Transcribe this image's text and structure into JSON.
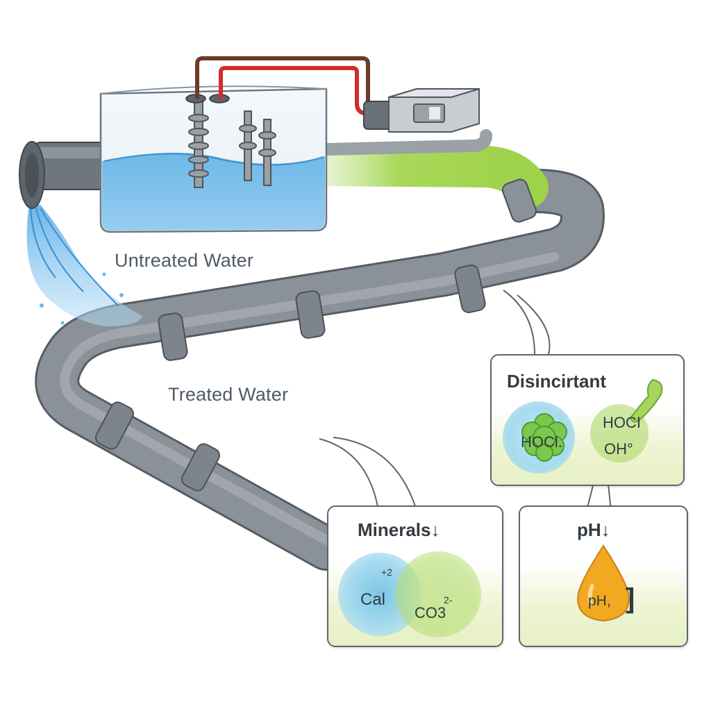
{
  "labels": {
    "untreated": "Untreated Water",
    "treated": "Treated Water"
  },
  "cards": {
    "disinfectant": {
      "title": "Disincirtant",
      "molecule": "HOCl.",
      "chem_line1": "HOCI",
      "chem_line2": "OH°"
    },
    "minerals": {
      "title": "Minerals↓",
      "calcium": "Cal",
      "calcium_charge": "+2",
      "carbonate": "CO3",
      "carbonate_charge": "2-"
    },
    "ph": {
      "title": "pH↓",
      "drop_label": "pH,",
      "bracket": "]"
    }
  },
  "colors": {
    "water": "#5fb2e6",
    "pipe": "#7d848b",
    "treated_tint": "#9ed24a",
    "wire_red": "#d42a2a",
    "wire_brown": "#6b3b2a",
    "drop": "#f2a81f"
  }
}
